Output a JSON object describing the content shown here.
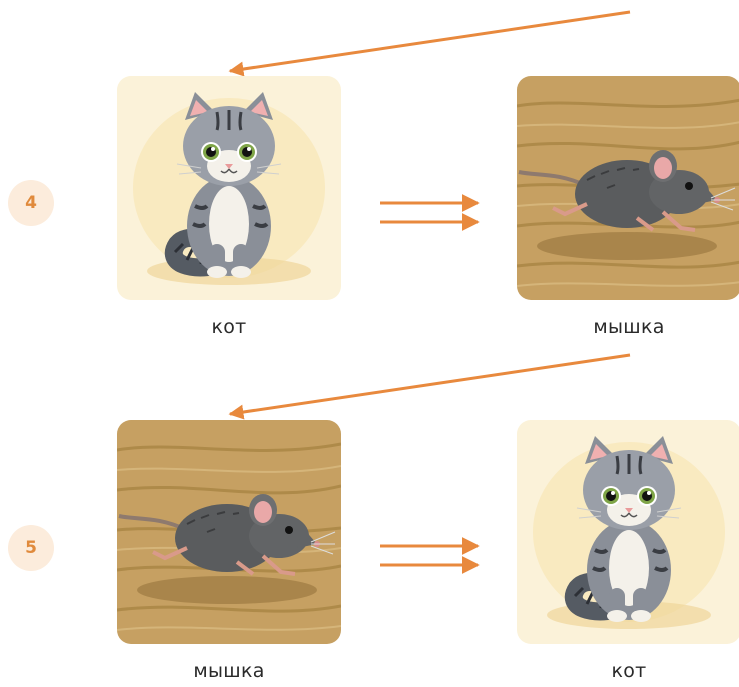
{
  "rows": [
    {
      "number": "4",
      "left": {
        "label": "кот",
        "picture": "cat-icon"
      },
      "right": {
        "label": "мышка",
        "picture": "mouse-icon"
      }
    },
    {
      "number": "5",
      "left": {
        "label": "мышка",
        "picture": "mouse-icon"
      },
      "right": {
        "label": "кот",
        "picture": "cat-icon"
      }
    }
  ],
  "colors": {
    "accent": "#e8893d",
    "badge_background": "#fcecdc",
    "badge_text": "#e08a3c"
  }
}
